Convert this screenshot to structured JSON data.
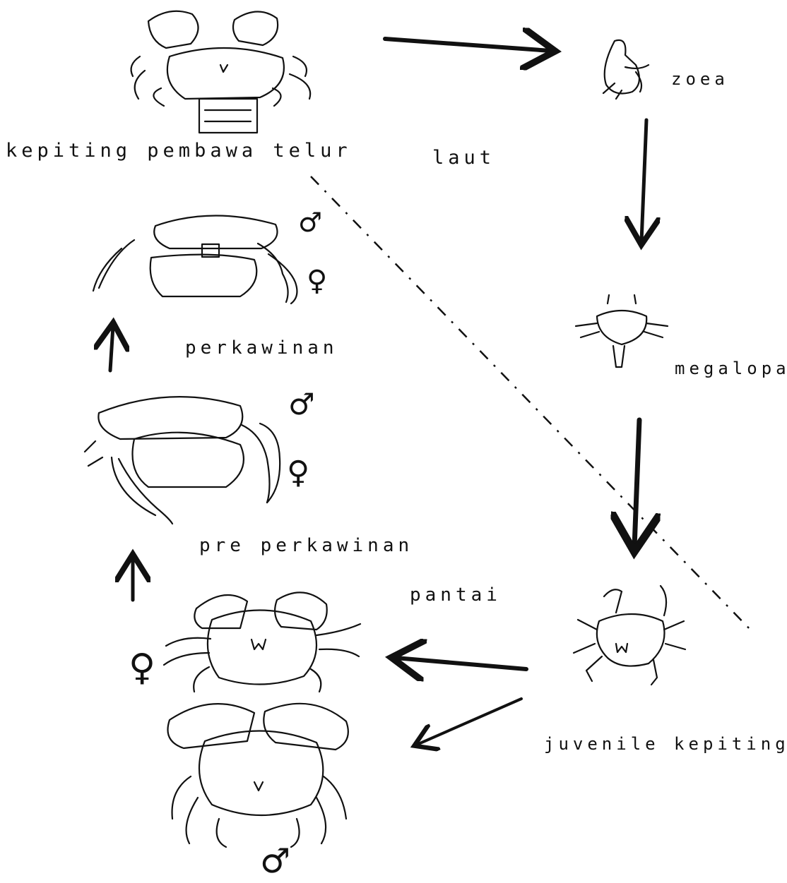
{
  "labels": {
    "egg_crab": "kepiting pembawa telur",
    "sea": "laut",
    "zoea": "zoea",
    "mating": "perkawinan",
    "megalopa": "megalopa",
    "pre_mating": "pre perkawinan",
    "coast": "pantai",
    "juvenile": "juvenile kepiting"
  },
  "symbols": {
    "male": "♂",
    "female": "♀"
  },
  "icons": [
    "crab-icon",
    "zoea-larva-icon",
    "megalopa-larva-icon",
    "male-symbol-icon",
    "female-symbol-icon"
  ]
}
